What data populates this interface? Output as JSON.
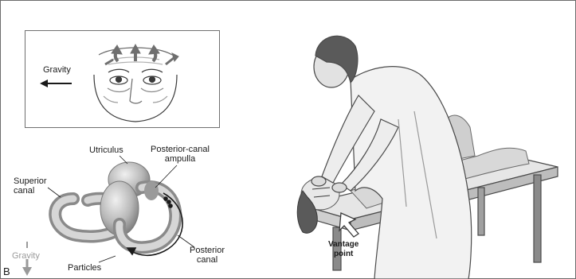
{
  "inset": {
    "gravity_label": "Gravity"
  },
  "labyrinth": {
    "utriculus": "Utriculus",
    "posterior_ampulla": "Posterior-canal\nampulla",
    "superior_canal": "Superior\ncanal",
    "posterior_canal": "Posterior\ncanal",
    "particles": "Particles",
    "gravity_label": "Gravity",
    "panel_letter": "B"
  },
  "scene": {
    "vantage_point": "Vantage\npoint"
  },
  "colors": {
    "ink": "#1a1a1a",
    "shading": "#9a9a9a",
    "light_shading": "#cfcfcf",
    "coat": "#f2f2f2",
    "hair": "#5a5a5a"
  }
}
